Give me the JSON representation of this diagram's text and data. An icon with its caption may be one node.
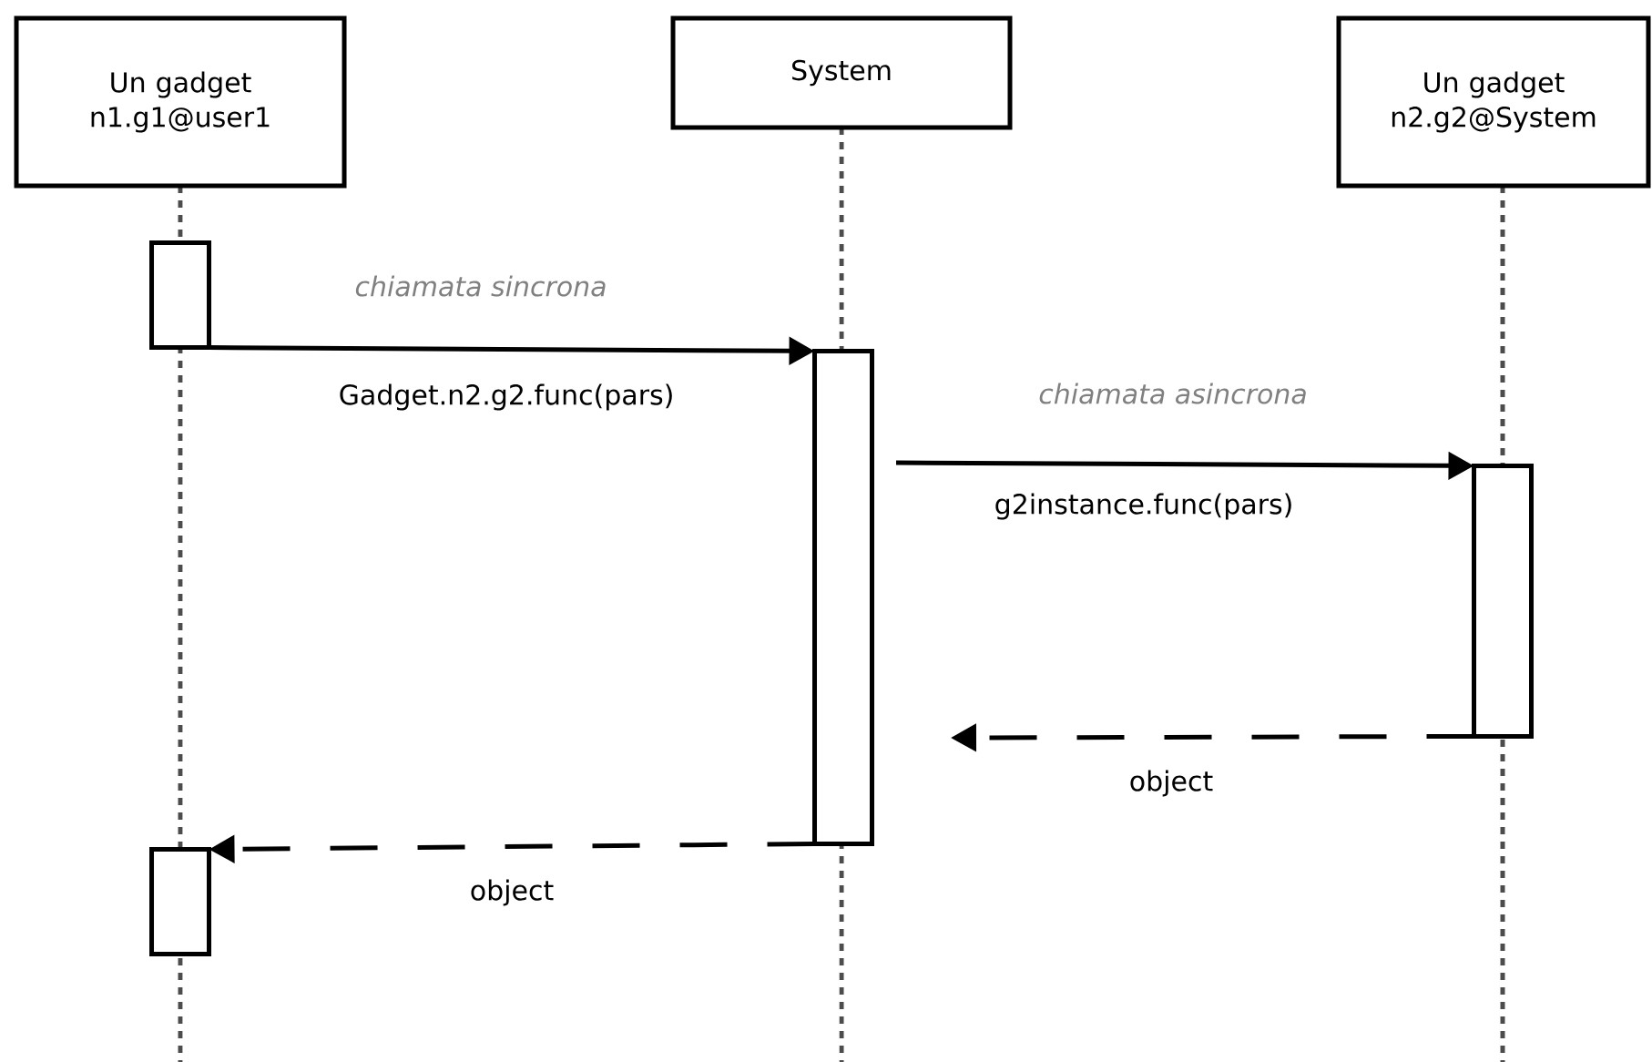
{
  "diagram": {
    "nodes": [
      {
        "text": [
          "Un gadget n1.g1@user1"
        ]
      },
      {
        "text": [
          "System"
        ]
      },
      {
        "text": [
          "Un gadget n2.g2@System"
        ]
      },
      {
        "text": [],
        "shape": "box"
      },
      {
        "text": [],
        "shape": "box"
      },
      {
        "text": [],
        "shape": "box"
      },
      {
        "text": [],
        "shape": "box"
      }
    ],
    "edges": [
      {
        "from": 3,
        "to": 4,
        "arrow": "to",
        "label": "Gadget.n2.g2.func(pars)"
      },
      {
        "from": null,
        "to": 5,
        "arrow": "to",
        "label": "g2instance.func(pars)"
      },
      {
        "from": 5,
        "to": null,
        "arrow": "to",
        "label": "object",
        "style": "dashed"
      },
      {
        "from": 4,
        "to": 6,
        "arrow": "to",
        "label": "object",
        "style": "dashed"
      }
    ],
    "labels": [
      "chiamata sincrona",
      "chiamata asincrona"
    ]
  }
}
